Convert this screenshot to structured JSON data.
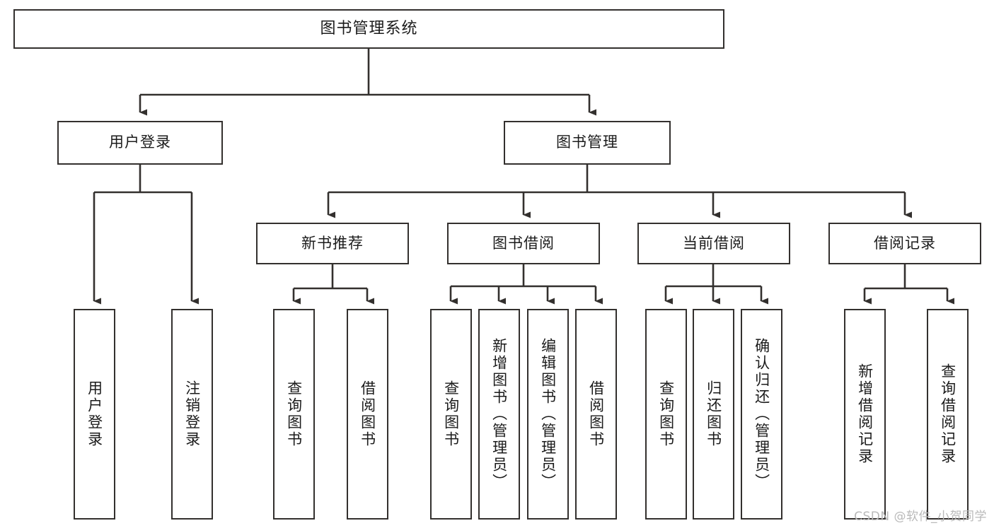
{
  "diagram": {
    "title": "图书管理系统",
    "type": "tree-hierarchy-chart",
    "watermark": "CSDN @软件_小贺同学",
    "colors": {
      "stroke": "#33302e",
      "fill": "#ffffff",
      "text": "#1b1b1b",
      "watermark": "#b9b9b9"
    },
    "nodes": {
      "root": {
        "label": "图书管理系统"
      },
      "level2": [
        {
          "id": "user-login",
          "label": "用户登录"
        },
        {
          "id": "book-management",
          "label": "图书管理"
        }
      ],
      "level3": [
        {
          "id": "new-book-recommend",
          "label": "新书推荐"
        },
        {
          "id": "book-borrow",
          "label": "图书借阅"
        },
        {
          "id": "current-borrow",
          "label": "当前借阅"
        },
        {
          "id": "borrow-record",
          "label": "借阅记录"
        }
      ],
      "leaves": {
        "user-login": [
          {
            "id": "leaf-user-login",
            "label": "用户登录"
          },
          {
            "id": "leaf-user-logout",
            "label": "注销登录"
          }
        ],
        "new-book-recommend": [
          {
            "id": "leaf-query-book-1",
            "label": "查询图书"
          },
          {
            "id": "leaf-borrow-book-1",
            "label": "借阅图书"
          }
        ],
        "book-borrow": [
          {
            "id": "leaf-query-book-2",
            "label": "查询图书"
          },
          {
            "id": "leaf-add-book",
            "label": "新增图书（管理员）"
          },
          {
            "id": "leaf-edit-book",
            "label": "编辑图书（管理员）"
          },
          {
            "id": "leaf-borrow-book-2",
            "label": "借阅图书"
          }
        ],
        "current-borrow": [
          {
            "id": "leaf-query-book-3",
            "label": "查询图书"
          },
          {
            "id": "leaf-return-book",
            "label": "归还图书"
          },
          {
            "id": "leaf-confirm-return",
            "label": "确认归还（管理员）"
          }
        ],
        "borrow-record": [
          {
            "id": "leaf-add-record",
            "label": "新增借阅记录"
          },
          {
            "id": "leaf-query-record",
            "label": "查询借阅记录"
          }
        ]
      }
    }
  }
}
